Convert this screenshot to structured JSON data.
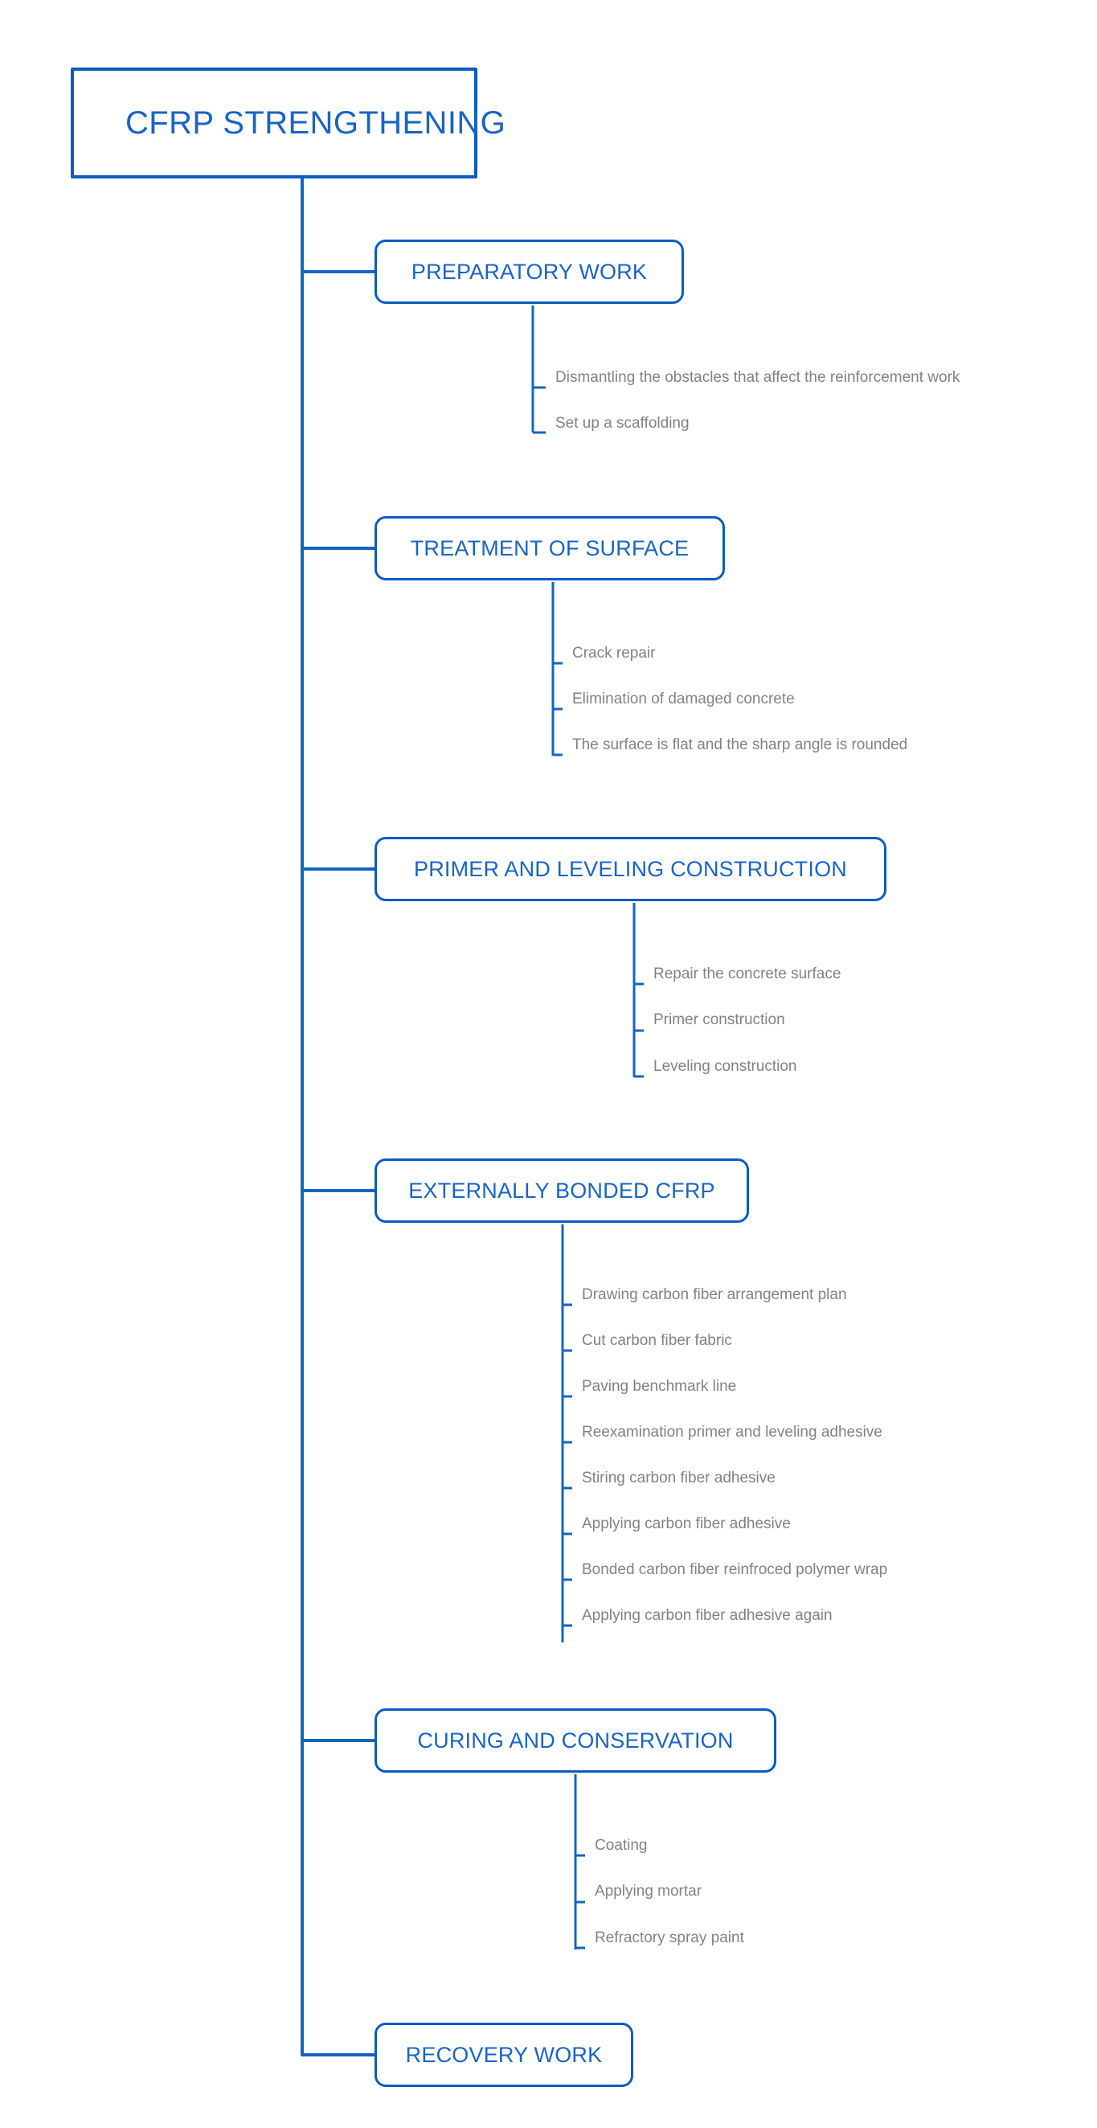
{
  "diagram": {
    "type": "mind-map",
    "title": "CFRP STRENGTHENING",
    "orientation": "left-to-right vertical trunk",
    "colors": {
      "node_border": "#0c5cc0",
      "node_text": "#1a63c4",
      "leaf_text": "#808284",
      "connector": "#1565c0",
      "leaf_underline": "#1565c0",
      "background": "#ffffff"
    },
    "root": {
      "label": "CFRP STRENGTHENING"
    },
    "branches": [
      {
        "label": "PREPARATORY WORK",
        "children": [
          {
            "label": "Dismantling the obstacles that affect the reinforcement work"
          },
          {
            "label": "Set up a scaffolding"
          }
        ]
      },
      {
        "label": "TREATMENT OF SURFACE",
        "children": [
          {
            "label": "Crack repair"
          },
          {
            "label": "Elimination of damaged concrete"
          },
          {
            "label": "The surface is flat and the sharp angle is rounded"
          }
        ]
      },
      {
        "label": "PRIMER AND LEVELING CONSTRUCTION",
        "children": [
          {
            "label": "Repair the concrete surface"
          },
          {
            "label": "Primer construction"
          },
          {
            "label": "Leveling construction"
          }
        ]
      },
      {
        "label": "EXTERNALLY BONDED CFRP",
        "children": [
          {
            "label": "Drawing carbon fiber arrangement plan"
          },
          {
            "label": "Cut carbon fiber fabric"
          },
          {
            "label": "Paving benchmark line"
          },
          {
            "label": "Reexamination primer and leveling adhesive"
          },
          {
            "label": "Stiring carbon fiber adhesive"
          },
          {
            "label": "Applying carbon fiber adhesive"
          },
          {
            "label": "Bonded carbon fiber reinfroced polymer wrap"
          },
          {
            "label": "Applying carbon fiber adhesive again"
          }
        ]
      },
      {
        "label": "CURING AND CONSERVATION",
        "children": [
          {
            "label": "Coating"
          },
          {
            "label": "Applying mortar"
          },
          {
            "label": "Refractory spray paint"
          }
        ]
      },
      {
        "label": "RECOVERY WORK",
        "children": []
      }
    ]
  }
}
